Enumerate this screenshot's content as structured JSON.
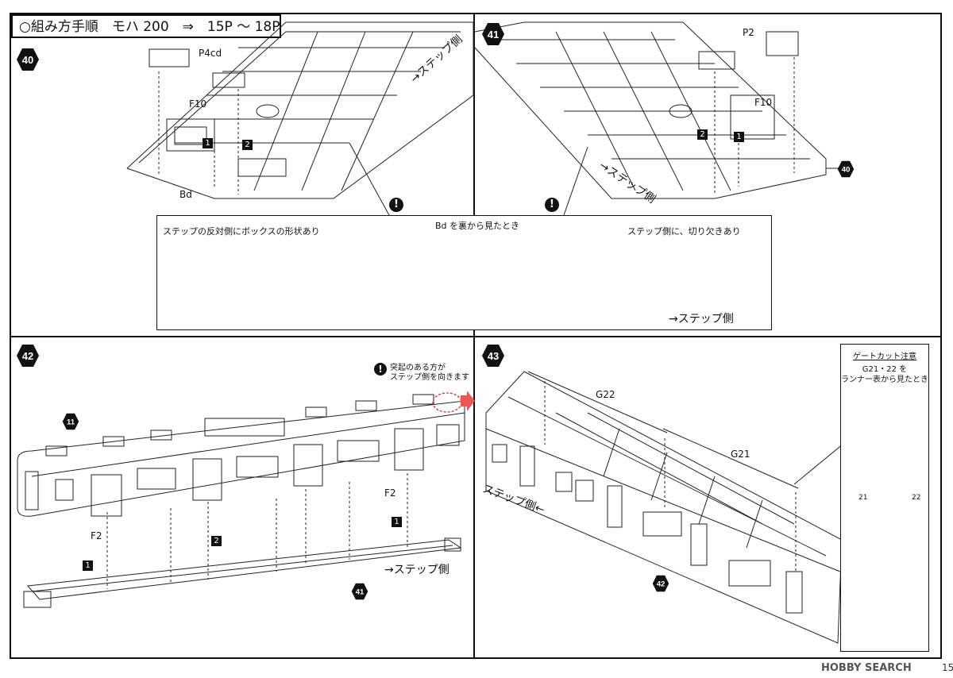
{
  "header": {
    "title": "○組み方手順　モハ 200　⇒　15P ～ 18P"
  },
  "steps": {
    "s40": "40",
    "s41": "41",
    "s42": "42",
    "s43": "43",
    "s11": "11",
    "s40_ref": "40",
    "s41_ref": "41",
    "s42_ref": "42"
  },
  "panel40": {
    "p4cd": "P4cd",
    "f10": "F10",
    "bd": "Bd",
    "badge1": "1",
    "badge2": "2",
    "step_side": "→ステップ側"
  },
  "panel41": {
    "p2": "P2",
    "f10": "F10",
    "badge1": "1",
    "badge2": "2",
    "step_side": "→ステップ側"
  },
  "note": {
    "title": "Bd を裏から見たとき",
    "left_note": "ステップの反対側にボックスの形状あり",
    "right_note": "ステップ側に、切り欠きあり",
    "step_side": "→ステップ側",
    "warn": "!"
  },
  "panel42": {
    "bump_note_line1": "突起のある方が",
    "bump_note_line2": "ステップ側を向きます",
    "f2_left": "F2",
    "f2_right": "F2",
    "badge1": "1",
    "badge2": "2",
    "badge1b": "1",
    "step_side": "→ステップ側"
  },
  "panel43": {
    "g22": "G22",
    "g21": "G21",
    "step_side": "ステップ側←"
  },
  "gate": {
    "title": "ゲートカット注意",
    "line1": "G21・22 を",
    "line2": "ランナー表から見たとき",
    "tag21": "21",
    "tag22": "22"
  },
  "footer": {
    "brand": "HOBBY SEARCH",
    "page": "15"
  }
}
